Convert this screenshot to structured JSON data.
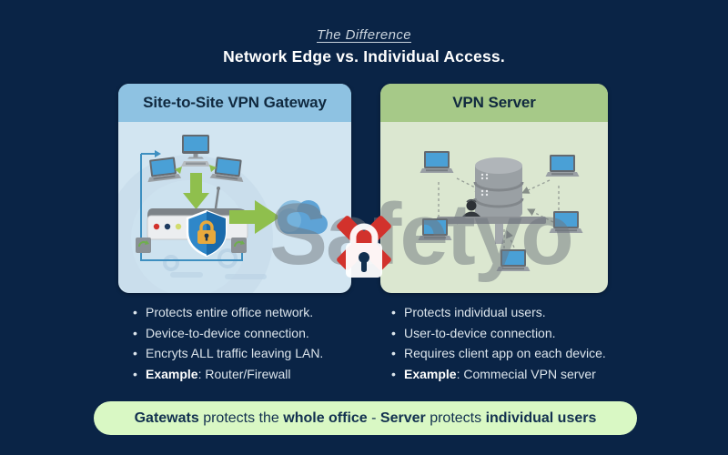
{
  "title": {
    "sub": "The Difference",
    "main": "Network Edge vs. Individual Access."
  },
  "watermark": "Safetyo",
  "panels": {
    "left": {
      "header": "Site-to-Site VPN Gateway",
      "colors": {
        "header_bg": "#8ec2e2",
        "body_bg": "#d2e5f1"
      },
      "icons": [
        "desktop-computer-icon",
        "laptop-icon",
        "down-arrow-icon",
        "router-icon",
        "shield-lock-icon",
        "right-arrow-icon",
        "cloud-icon",
        "sync-icon",
        "lan-loop-line"
      ],
      "bullets": [
        [
          {
            "text": "Protects entire office network.",
            "bold": false
          }
        ],
        [
          {
            "text": "Device-to-device connection.",
            "bold": false
          }
        ],
        [
          {
            "text": "Encryts ALL traffic leaving LAN.",
            "bold": false
          }
        ],
        [
          {
            "text": "Example",
            "bold": true
          },
          {
            "text": ": Router/Firewall",
            "bold": false
          }
        ]
      ]
    },
    "right": {
      "header": "VPN Server",
      "colors": {
        "header_bg": "#a6c988",
        "body_bg": "#dbe7d0"
      },
      "icons": [
        "server-icon",
        "admin-user-icon",
        "laptop-icon",
        "dashed-link-line"
      ],
      "bullets": [
        [
          {
            "text": "Protects individual users.",
            "bold": false
          }
        ],
        [
          {
            "text": "User-to-device connection.",
            "bold": false
          }
        ],
        [
          {
            "text": "Requires client app on each device.",
            "bold": false
          }
        ],
        [
          {
            "text": "Example",
            "bold": true
          },
          {
            "text": ": Commecial VPN server",
            "bold": false
          }
        ]
      ]
    }
  },
  "center_icon": "blocked-lock-icon",
  "banner": {
    "segments": [
      {
        "text": "Gatewats",
        "bold": true
      },
      {
        "text": " protects the ",
        "bold": false
      },
      {
        "text": "whole office",
        "bold": true
      },
      {
        "text": " - ",
        "bold": false
      },
      {
        "text": "Server",
        "bold": true
      },
      {
        "text": " protects ",
        "bold": false
      },
      {
        "text": "individual users",
        "bold": true
      }
    ]
  },
  "colors": {
    "background": "#0a2446",
    "banner_bg": "#d9f8c4",
    "red_x": "#d2322c",
    "accent_green": "#8fbf4d",
    "accent_blue": "#3e8fc0",
    "cloud_blue": "#5ea3d6",
    "device_gray": "#8b9196",
    "screen_blue": "#4aa0d6"
  }
}
